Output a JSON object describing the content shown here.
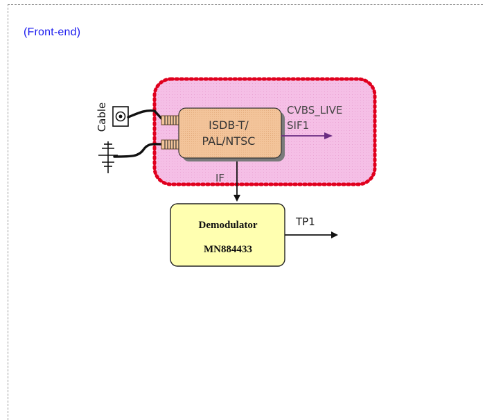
{
  "section": {
    "title": "(Front-end)"
  },
  "inputs": {
    "cable_label": "Cable"
  },
  "tuner": {
    "line1": "ISDB-T/",
    "line2": "PAL/NTSC",
    "output_labels": [
      "CVBS_LIVE",
      "SIF1"
    ],
    "if_label": "IF"
  },
  "demodulator": {
    "line1": "Demodulator",
    "line2": "MN884433",
    "output_label": "TP1"
  },
  "colors": {
    "title": "#1a1aee",
    "tuner_region_fill": "#f5bfe6",
    "tuner_region_border": "#e0001e",
    "tuner_fill": "#f3c49a",
    "demodulator_fill": "#ffffb0",
    "wire": "#111111"
  }
}
